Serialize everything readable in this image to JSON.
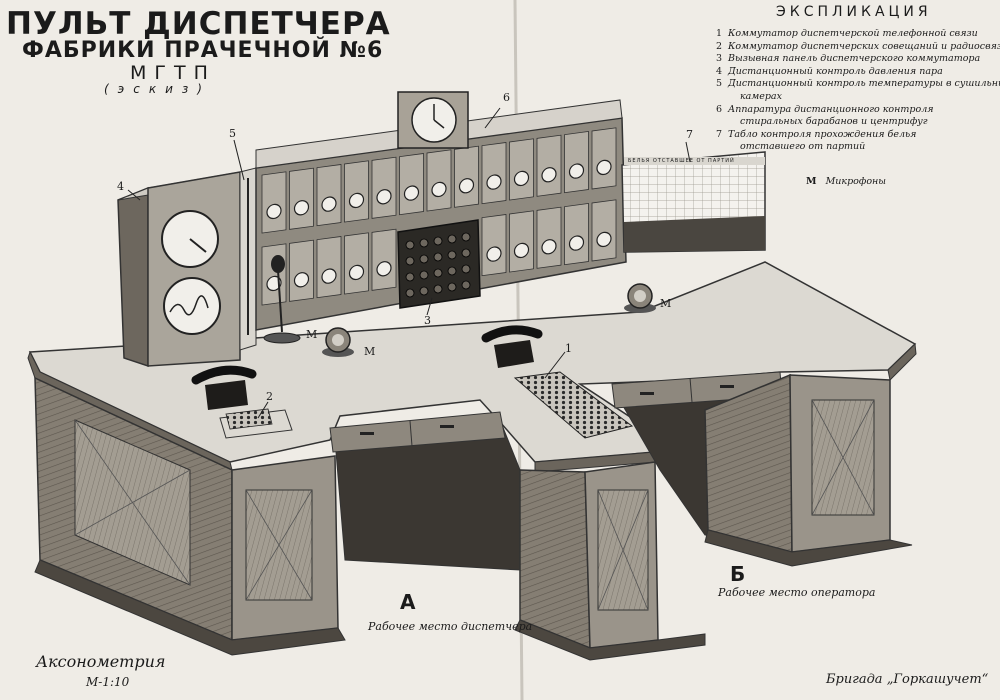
{
  "title": {
    "line1": "ПУЛЬТ ДИСПЕТЧЕРА",
    "line2": "ФАБРИКИ ПРАЧЕЧНОЙ №6",
    "line3": "МГТП",
    "line4": "(эскиз)"
  },
  "legend": {
    "heading": "ЭКСПЛИКАЦИЯ",
    "items": [
      {
        "num": "1",
        "text": "Коммутатор диспетчерской телефонной связи"
      },
      {
        "num": "2",
        "text": "Коммутатор диспетчерских совещаний и радиосвязи"
      },
      {
        "num": "3",
        "text": "Вызывная панель диспетчерского коммутатора"
      },
      {
        "num": "4",
        "text": "Дистанционный контроль давления пара"
      },
      {
        "num": "5",
        "text": "Дистанционный контроль температуры в сушильных"
      },
      {
        "num": "",
        "text": "камерах"
      },
      {
        "num": "6",
        "text": "Аппаратура дистанционного контроля"
      },
      {
        "num": "",
        "text": "стиральных барабанов и центрифуг"
      },
      {
        "num": "7",
        "text": "Табло контроля прохождения белья"
      },
      {
        "num": "",
        "text": "отставшего от партий"
      }
    ],
    "mic_key": "М",
    "mic_text": "Микрофоны"
  },
  "callouts": {
    "n1": "1",
    "n2": "2",
    "n3": "3",
    "n4": "4",
    "n5": "5",
    "n6": "6",
    "n7": "7",
    "mic": "М"
  },
  "board_header": "БЕЛЬЯ ОТСТАВШЕЕ ОТ ПАРТИЙ",
  "workplaces": {
    "a_letter": "А",
    "a_caption": "Рабочее место диспетчера",
    "b_letter": "Б",
    "b_caption": "Рабочее место оператора"
  },
  "footer": {
    "projection": "Аксонометрия",
    "scale": "М-1:10",
    "team": "Бригада „Горкашучет“"
  },
  "colors": {
    "paper": "#efece6",
    "ink": "#1b1b1b",
    "wood": "#7d766b",
    "panel": "#8c877d"
  }
}
